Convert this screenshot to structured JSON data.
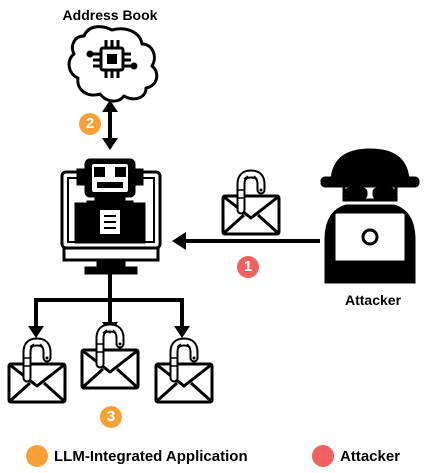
{
  "title": "Address Book",
  "attacker_label": "Attacker",
  "steps": [
    {
      "number": "1",
      "color": "#f06262"
    },
    {
      "number": "2",
      "color": "#f5a138"
    },
    {
      "number": "3",
      "color": "#f5a138"
    }
  ],
  "legend": [
    {
      "label": "LLM-Integrated Application",
      "color": "#f5a138"
    },
    {
      "label": "Attacker",
      "color": "#f06262"
    }
  ],
  "icons": [
    "brain-chip-icon",
    "robot-computer-icon",
    "hacker-icon",
    "worm-email-icon"
  ]
}
